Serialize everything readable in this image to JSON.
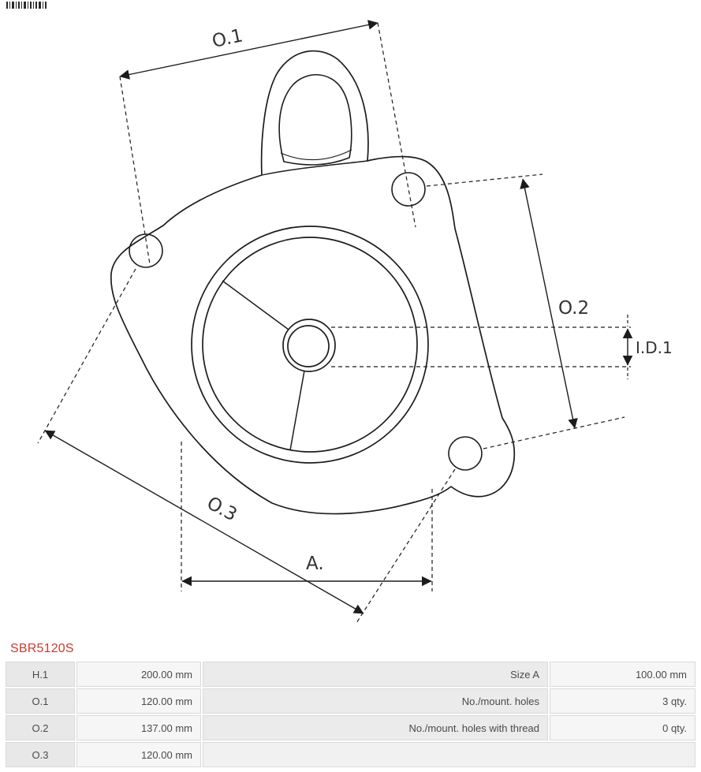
{
  "part_number": "SBR5120S",
  "accent_color": "#cc3a30",
  "diagram": {
    "labels": {
      "o1": "O.1",
      "o2": "O.2",
      "o3": "O.3",
      "a": "A.",
      "id1": "I.D.1"
    }
  },
  "table": {
    "rows": [
      {
        "dim": "H.1",
        "dim_value": "200.00 mm",
        "attr": "Size A",
        "attr_value": "100.00 mm"
      },
      {
        "dim": "O.1",
        "dim_value": "120.00 mm",
        "attr": "No./mount. holes",
        "attr_value": "3 qty."
      },
      {
        "dim": "O.2",
        "dim_value": "137.00 mm",
        "attr": "No./mount. holes with thread",
        "attr_value": "0 qty."
      },
      {
        "dim": "O.3",
        "dim_value": "120.00 mm",
        "attr": "",
        "attr_value": ""
      }
    ]
  }
}
